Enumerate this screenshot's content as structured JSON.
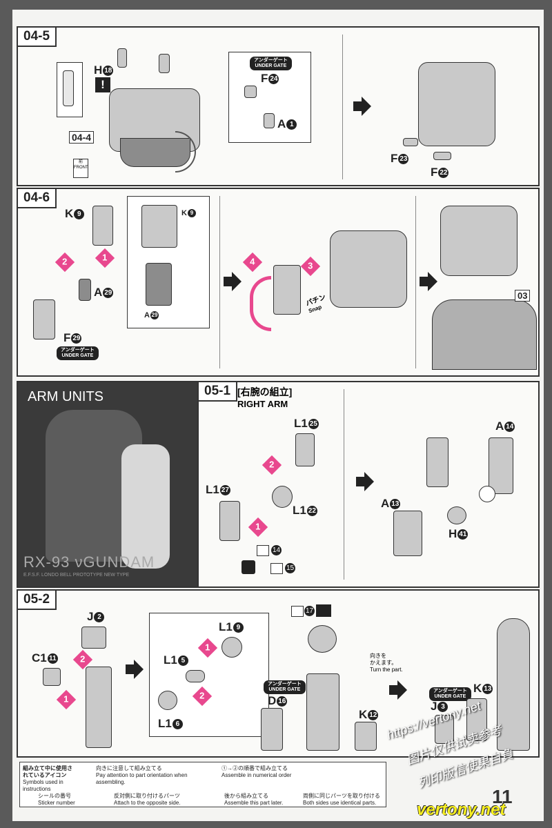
{
  "page": {
    "page_number": "11",
    "watermark_site": "vertony.net"
  },
  "step_04_5": {
    "step": "04-5",
    "ref_step": "04-4",
    "labels": {
      "h": "H",
      "h_num": "18",
      "f24": "F",
      "f24_num": "24",
      "a1": "A",
      "a1_num": "1",
      "f23": "F",
      "f23_num": "23",
      "f22": "F",
      "f22_num": "22"
    },
    "under_gate_jp": "アンダーゲート",
    "under_gate_en": "UNDER GATE",
    "front_jp": "前",
    "front_en": "FRONT"
  },
  "step_04_6": {
    "step": "04-6",
    "labels": {
      "k9": "K",
      "k9_num": "9",
      "a29": "A",
      "a29_num": "29",
      "f29": "F",
      "f29_num": "29",
      "detail_k": "K",
      "detail_k_num": "9",
      "detail_a": "A",
      "detail_a_num": "29",
      "ref": "03"
    },
    "under_gate_jp": "アンダーゲート",
    "under_gate_en": "UNDER GATE",
    "snap_jp": "パチン",
    "snap_en": "Snap",
    "step_numbers": [
      "1",
      "2",
      "3",
      "4"
    ]
  },
  "arm_units": {
    "title": "ARM UNITS",
    "model": "RX-93 νGUNDAM",
    "model_sub": "E.F.S.F. LONDO BELL PROTOTYPE NEW TYPE"
  },
  "step_05_1": {
    "step": "05-1",
    "title_jp": "[右腕の組立]",
    "title_en": "RIGHT ARM",
    "labels": {
      "l25": "L1",
      "l25_num": "25",
      "l27": "L1",
      "l27_num": "27",
      "l22": "L1",
      "l22_num": "22",
      "a14": "A",
      "a14_num": "14",
      "a13": "A",
      "a13_num": "13",
      "h41": "H",
      "h41_num": "41",
      "sticker14": "14",
      "sticker15": "15"
    },
    "step_numbers": [
      "1",
      "2"
    ]
  },
  "step_05_2": {
    "step": "05-2",
    "labels": {
      "j2": "J",
      "j2_num": "2",
      "c11": "C1",
      "c11_num": "11",
      "l19": "L1",
      "l19_num": "9",
      "l15": "L1",
      "l15_num": "5",
      "l16": "L1",
      "l16_num": "6",
      "d16": "D",
      "d16_num": "16",
      "k12": "K",
      "k12_num": "12",
      "j3": "J",
      "j3_num": "3",
      "k13": "K",
      "k13_num": "13",
      "sticker17": "17"
    },
    "under_gate_jp": "アンダーゲート",
    "under_gate_en": "UNDER GATE",
    "turn_jp": "向きを\nかえます。",
    "turn_en": "Turn the part.",
    "step_numbers": [
      "1",
      "2"
    ]
  },
  "legend": {
    "header_jp": "組み立て中に使用されているアイコン",
    "header_en": "Symbols used in instructions",
    "items": [
      {
        "jp": "向きに注意して組み立てる",
        "en": "Pay attention to part orientation when assembling."
      },
      {
        "jp": "①→②の順番で組み立てる",
        "en": "Assemble in numerical order"
      },
      {
        "jp": "シールの番号",
        "en": "Sticker number"
      },
      {
        "jp": "反対側に取り付けるパーツ",
        "en": "Attach to the opposite side."
      },
      {
        "jp": "後から組み立てる",
        "en": "Assemble this part later."
      },
      {
        "jp": "両側に同じパーツを取り付ける",
        "en": "Both sides use identical parts."
      }
    ]
  },
  "watermarks": [
    "https://vertony.net",
    "图片仅供试卖参考",
    "列印版信使果自負"
  ],
  "colors": {
    "accent": "#e8488e",
    "panel_border": "#333333"
  }
}
